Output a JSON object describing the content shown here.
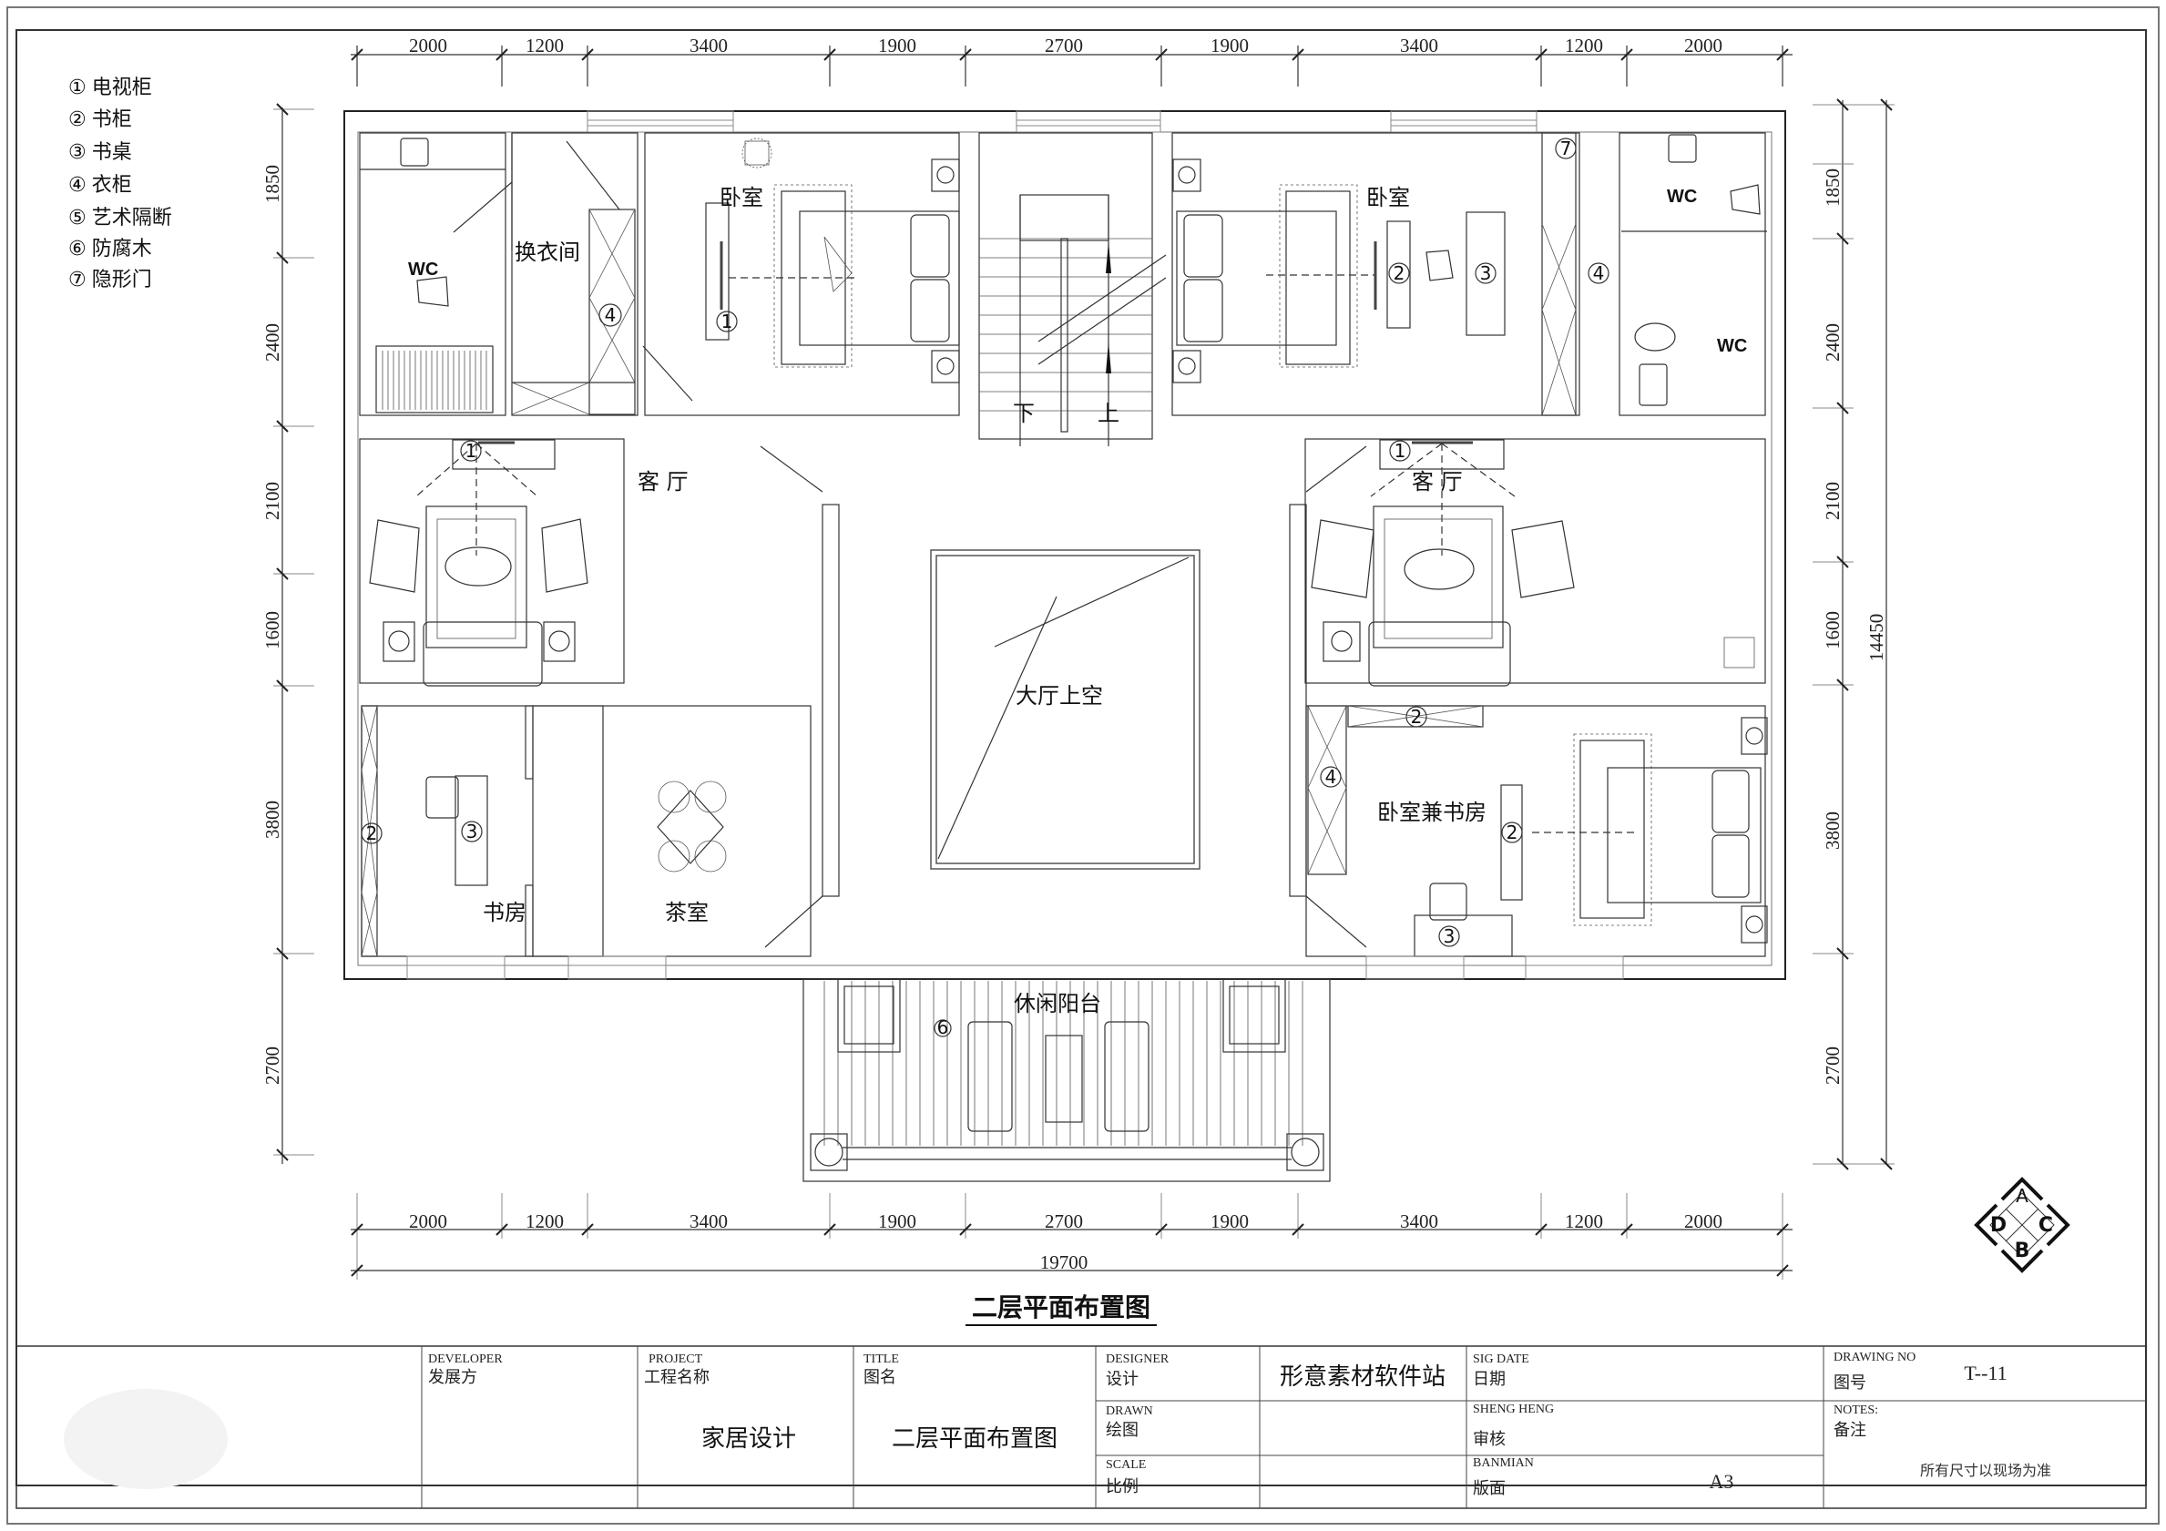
{
  "legend": {
    "items": [
      {
        "num": "①",
        "label": "电视柜"
      },
      {
        "num": "②",
        "label": "书柜"
      },
      {
        "num": "③",
        "label": "书桌"
      },
      {
        "num": "④",
        "label": "衣柜"
      },
      {
        "num": "⑤",
        "label": "艺术隔断"
      },
      {
        "num": "⑥",
        "label": "防腐木"
      },
      {
        "num": "⑦",
        "label": "隐形门"
      }
    ]
  },
  "dimensions": {
    "horizontal_segments": [
      "2000",
      "1200",
      "3400",
      "1900",
      "2700",
      "1900",
      "3400",
      "1200",
      "2000"
    ],
    "horizontal_total": "19700",
    "vertical_segments": [
      "1850",
      "2400",
      "2100",
      "1600",
      "3800",
      "2700"
    ],
    "vertical_total": "14450"
  },
  "rooms": {
    "wc_left": "WC",
    "dressing": "换衣间",
    "bedroom_left": "卧室",
    "bedroom_right": "卧室",
    "wc_right_top": "WC",
    "wc_right_bottom": "WC",
    "living_left": "客 厅",
    "living_right": "客 厅",
    "atrium": "大厅上空",
    "study": "书房",
    "tea_room": "茶室",
    "bedroom_study": "卧室兼书房",
    "balcony": "休闲阳台",
    "stair_down": "下",
    "stair_up": "上"
  },
  "markers": {
    "m1": "1",
    "m2": "2",
    "m3": "3",
    "m4": "4",
    "m6": "6",
    "m7": "7"
  },
  "drawing_title": "二层平面布置图",
  "compass": {
    "top": "A",
    "bottom": "B",
    "right": "C",
    "left": "D"
  },
  "title_block": {
    "developer_en": "DEVELOPER",
    "developer_cn": "发展方",
    "project_en": "PROJECT",
    "project_cn": "工程名称",
    "project_value": "家居设计",
    "title_en": "TITLE",
    "title_cn": "图名",
    "title_value": "二层平面布置图",
    "designer_en": "DESIGNER",
    "designer_cn": "设计",
    "designer_value": "形意素材软件站",
    "drawn_en": "DRAWN",
    "drawn_cn": "绘图",
    "scale_en": "SCALE",
    "scale_cn": "比例",
    "sigdate_en": "SIG DATE",
    "sigdate_cn": "日期",
    "shengheng_en": "SHENG HENG",
    "shengheng_cn": "审核",
    "banmian_en": "BANMIAN",
    "banmian_cn": "版面",
    "banmian_value": "A3",
    "drawing_no_en": "DRAWING  NO",
    "drawing_no_cn": "图号",
    "drawing_no_value": "T--11",
    "notes_en": "NOTES:",
    "notes_cn": "备注",
    "notes_value": "所有尺寸以现场为准"
  }
}
